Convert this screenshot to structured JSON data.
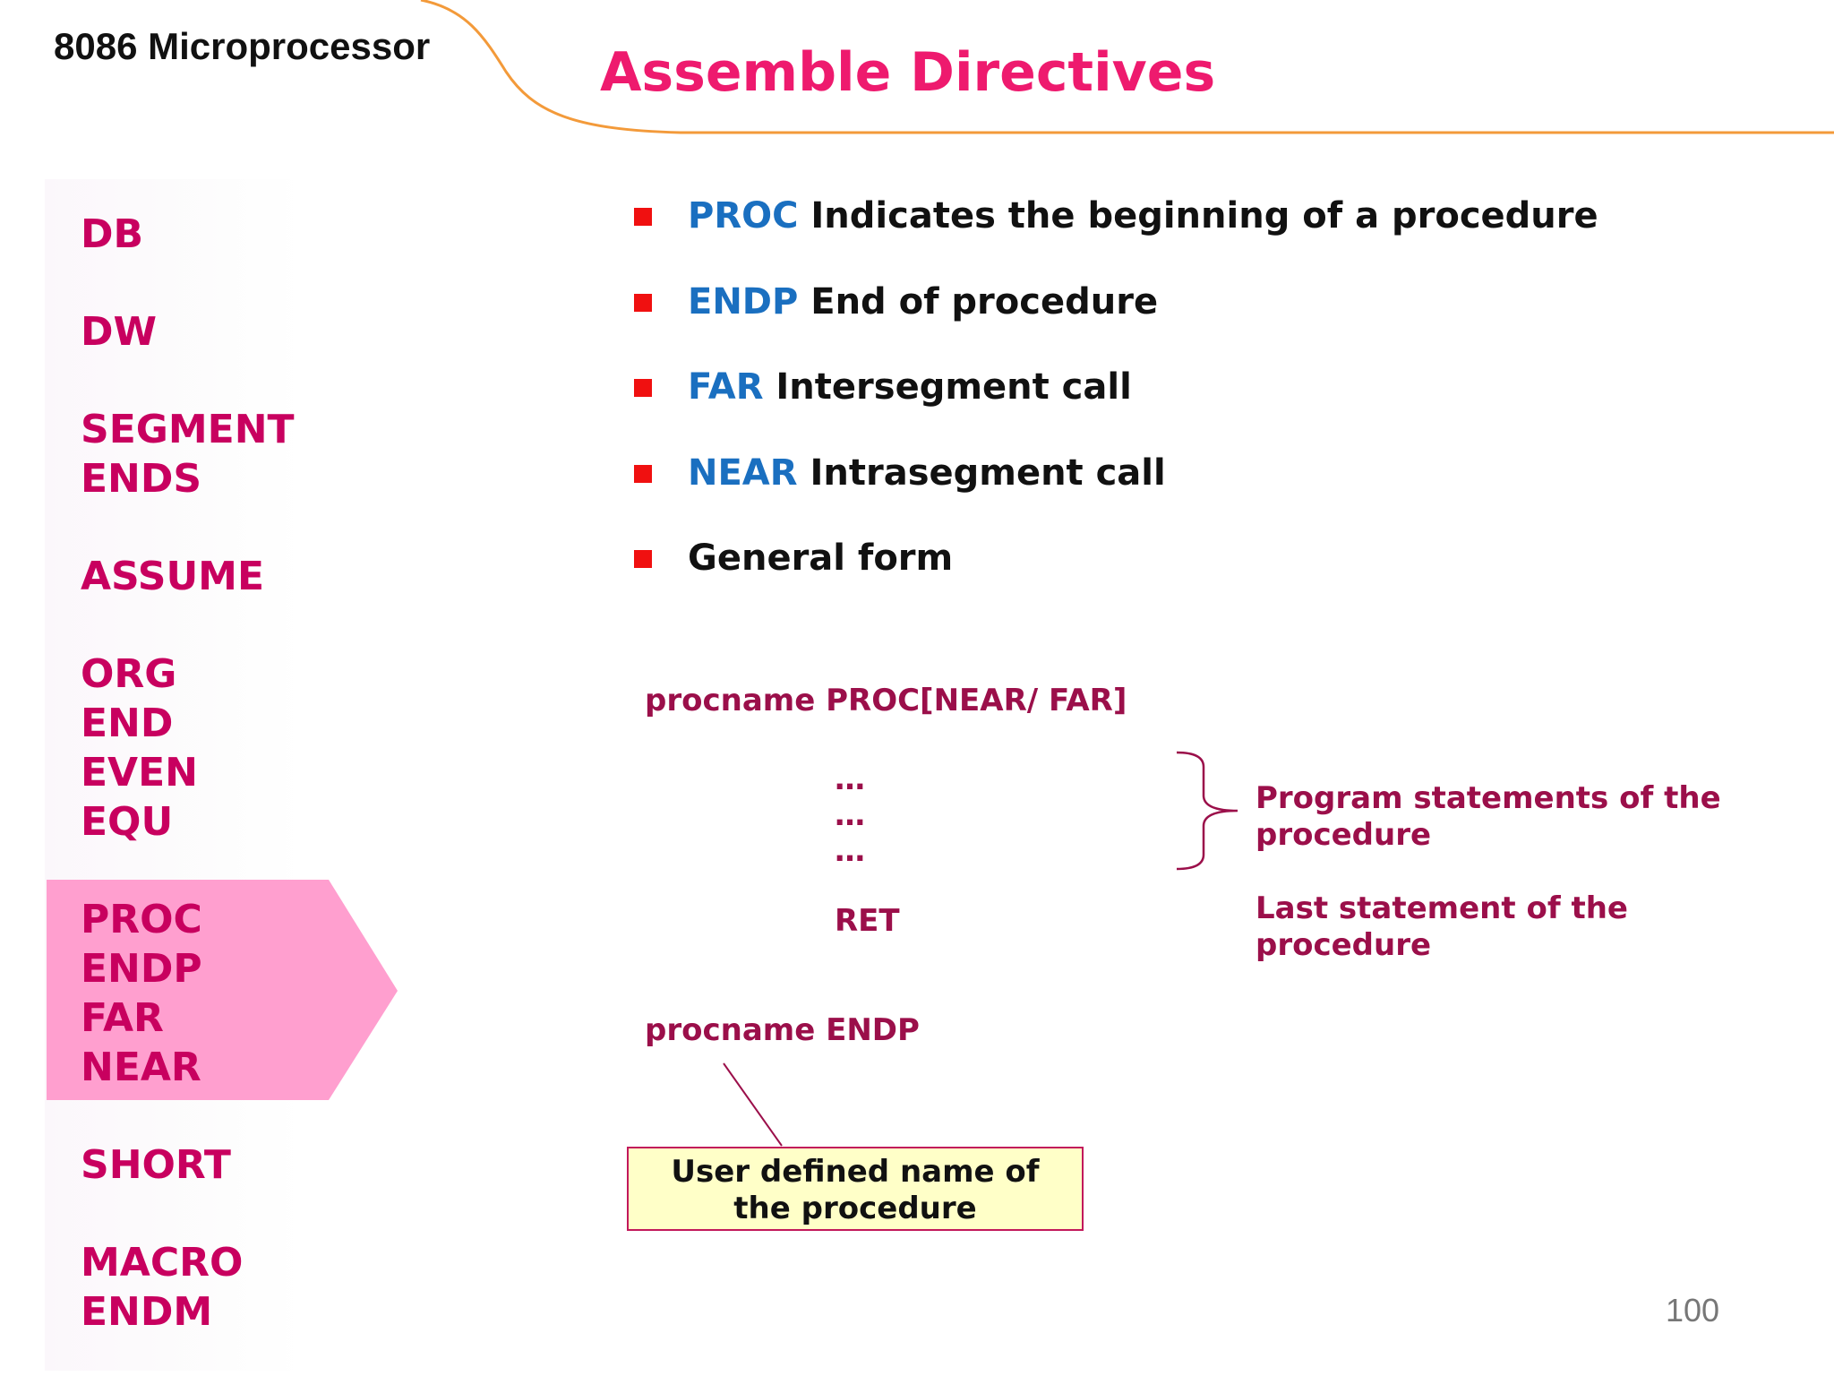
{
  "header": {
    "course_title": "8086 Microprocessor",
    "slide_title": "Assemble Directives"
  },
  "sidebar": {
    "items": [
      "DB",
      "DW",
      "SEGMENT",
      "ENDS",
      "ASSUME",
      "ORG",
      "END",
      "EVEN",
      "EQU",
      "PROC",
      "ENDP",
      "FAR",
      "NEAR",
      "SHORT",
      "MACRO",
      "ENDM"
    ],
    "highlighted_items": [
      "PROC",
      "ENDP",
      "FAR",
      "NEAR"
    ]
  },
  "bullets": [
    {
      "keyword": "PROC",
      "text": " Indicates the beginning of a procedure"
    },
    {
      "keyword": "ENDP",
      "text": " End of procedure"
    },
    {
      "keyword": "FAR",
      "text": " Intersegment call"
    },
    {
      "keyword": "NEAR",
      "text": " Intrasegment call"
    },
    {
      "keyword": "",
      "text": "General form"
    }
  ],
  "general_form": {
    "header_line": "procname PROC[NEAR/ FAR]",
    "dots": [
      "…",
      "…",
      "…"
    ],
    "ret": "RET",
    "footer_line": "procname ENDP"
  },
  "annotations": {
    "statements_line1": "Program statements of the",
    "statements_line2": "procedure",
    "last_line1": "Last statement of the",
    "last_line2": "procedure",
    "name_box_line1": "User defined name of",
    "name_box_line2": "the procedure"
  },
  "page_number": "100",
  "colors": {
    "title_pink": "#ee1a6e",
    "sidebar_text": "#c8005f",
    "highlight_fill": "#ff9fcf",
    "keyword_blue": "#1a6fc0",
    "bullet_red": "#f01010",
    "code_maroon": "#9b0f4a",
    "note_box_fill": "#ffffc8",
    "header_curve": "#f39a3a"
  }
}
